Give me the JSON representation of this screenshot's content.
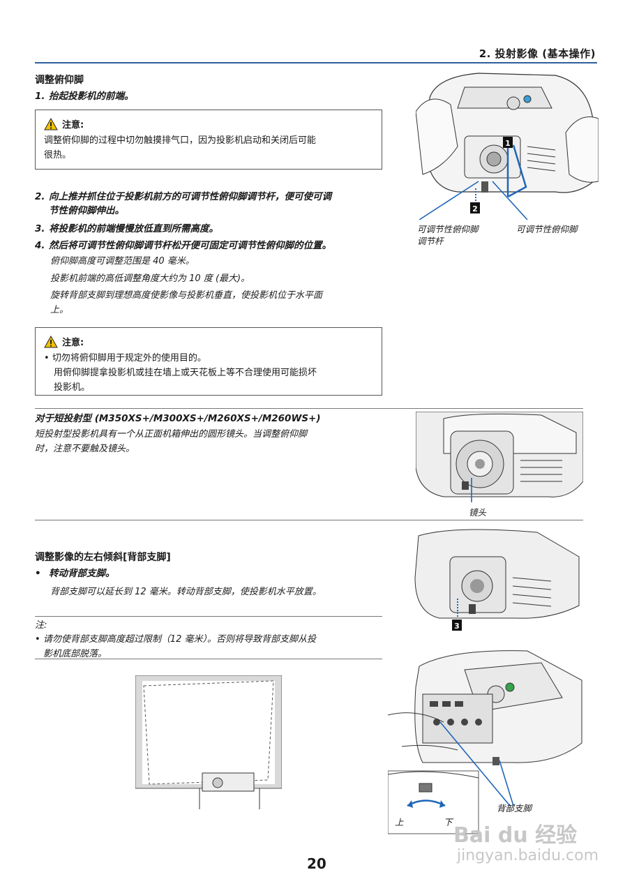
{
  "header": {
    "title": "2. 投射影像 (基本操作)"
  },
  "tilt_foot": {
    "title": "调整俯仰脚",
    "steps": [
      {
        "num": "1.",
        "text": "抬起投影机的前端。"
      },
      {
        "num": "2.",
        "text": "向上推并抓住位于投影机前方的可调节性俯仰脚调节杆，便可使可调",
        "text2": "节性俯仰脚伸出。"
      },
      {
        "num": "3.",
        "text": "将投影机的前端慢慢放低直到所需高度。"
      },
      {
        "num": "4.",
        "text": "然后将可调节性俯仰脚调节杆松开便可固定可调节性俯仰脚的位置。"
      }
    ],
    "caution1": {
      "label": "注意:",
      "line1": "调整俯仰脚的过程中切勿触摸排气口，因为投影机启动和关闭后可能",
      "line2": "很热。"
    },
    "details": {
      "range": "俯仰脚高度可调整范围是 40 毫米。",
      "angle": "投影机前端的高低调整角度大约为 10 度 (最大)。",
      "rotate1": "旋转背部支脚到理想高度使影像与投影机垂直，使投影机位于水平面",
      "rotate2": "上。"
    },
    "caution2": {
      "label": "注意:",
      "line1": "切勿将俯仰脚用于规定外的使用目的。",
      "line2": "用俯仰脚提拿投影机或挂在墙上或天花板上等不合理使用可能损坏",
      "line3": "投影机。"
    },
    "figure": {
      "callout1": "1",
      "callout2": "2",
      "label_lever_1": "可调节性俯仰脚",
      "label_lever_2": "调节杆",
      "label_foot": "可调节性俯仰脚"
    }
  },
  "short_throw": {
    "title": "对于短投射型 (M350XS+/M300XS+/M260XS+/M260WS+)",
    "line1": "短投射型投影机具有一个从正面机箱伸出的圆形镜头。当调整俯仰脚",
    "line2": "时，注意不要触及镜头。",
    "lens_label": "镜头"
  },
  "rear_foot": {
    "title": "调整影像的左右倾斜[背部支脚]",
    "bullet": "•",
    "step": "转动背部支脚。",
    "desc": "背部支脚可以延长到 12 毫米。转动背部支脚，使投影机水平放置。",
    "callout3": "3",
    "note_label": "注:",
    "note_line1": "请勿使背部支脚高度超过限制（12 毫米）。否则将导致背部支脚从投",
    "note_line2": "影机底部脱落。",
    "foot_label": "背部支脚",
    "up_label": "上",
    "down_label": "下"
  },
  "page_number": "20",
  "watermark": {
    "brand": "Bai du 经验",
    "url": "jingyan.baidu.com"
  },
  "colors": {
    "accent": "#2f5f9e",
    "callout": "#1f66b8"
  }
}
